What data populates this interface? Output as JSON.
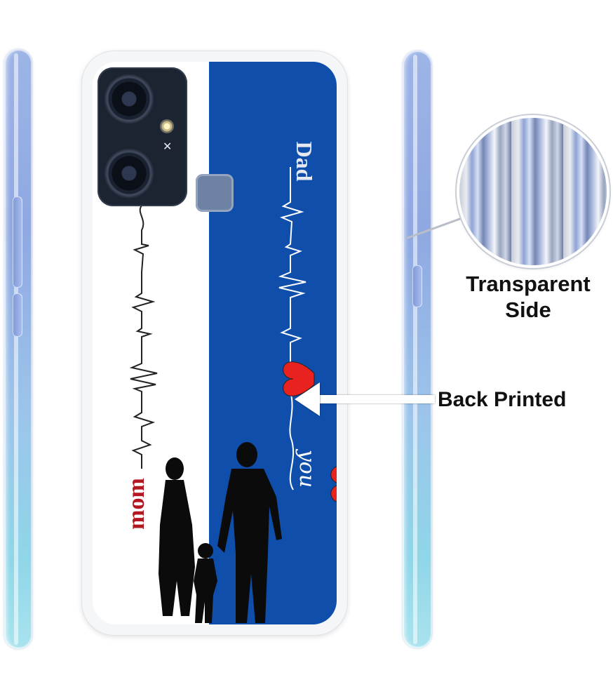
{
  "labels": {
    "transparent_side": [
      "Transparent",
      "Side"
    ],
    "back_printed": "Back Printed"
  },
  "print": {
    "left_text": "mom",
    "right_text_top": "Dad",
    "right_text_bottom": "you",
    "heart_color": "#e8231f",
    "blue_color": "#0f4fab"
  }
}
